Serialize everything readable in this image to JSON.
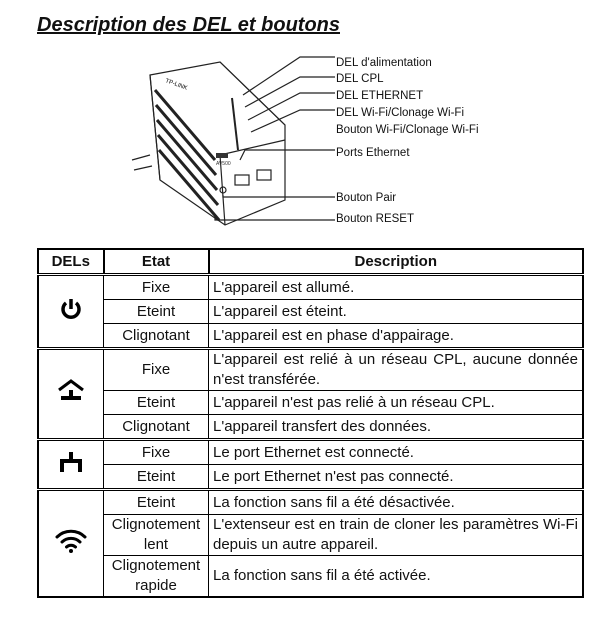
{
  "title": "Description des DEL et boutons",
  "diagram": {
    "labels": [
      "DEL d'alimentation",
      "DEL CPL",
      "DEL ETHERNET",
      "DEL Wi-Fi/Clonage Wi-Fi",
      "Bouton Wi-Fi/Clonage Wi-Fi",
      "Ports Ethernet",
      "Bouton Pair",
      "Bouton RESET"
    ],
    "brand": "TP-LINK",
    "model": "AV500"
  },
  "table": {
    "headers": [
      "DELs",
      "Etat",
      "Description"
    ],
    "groups": [
      {
        "icon": "power-icon",
        "rows": [
          [
            "Fixe",
            "L'appareil est allumé."
          ],
          [
            "Eteint",
            "L'appareil est éteint."
          ],
          [
            "Clignotant",
            "L'appareil est en phase d'appairage."
          ]
        ]
      },
      {
        "icon": "powerline-icon",
        "rows": [
          [
            "Fixe",
            "L'appareil est relié à un réseau CPL, aucune donnée n'est transférée."
          ],
          [
            "Eteint",
            "L'appareil n'est pas relié à un réseau CPL."
          ],
          [
            "Clignotant",
            "L'appareil transfert des données."
          ]
        ]
      },
      {
        "icon": "ethernet-icon",
        "rows": [
          [
            "Fixe",
            "Le port Ethernet est connecté."
          ],
          [
            "Eteint",
            "Le port Ethernet n'est pas connecté."
          ]
        ]
      },
      {
        "icon": "wifi-icon",
        "rows": [
          [
            "Eteint",
            "La fonction sans fil a été désactivée."
          ],
          [
            "Clignotement lent",
            "L'extenseur est en train de cloner les paramètres Wi-Fi depuis un autre appareil."
          ],
          [
            "Clignotement rapide",
            "La fonction sans fil a été activée."
          ]
        ]
      }
    ]
  }
}
